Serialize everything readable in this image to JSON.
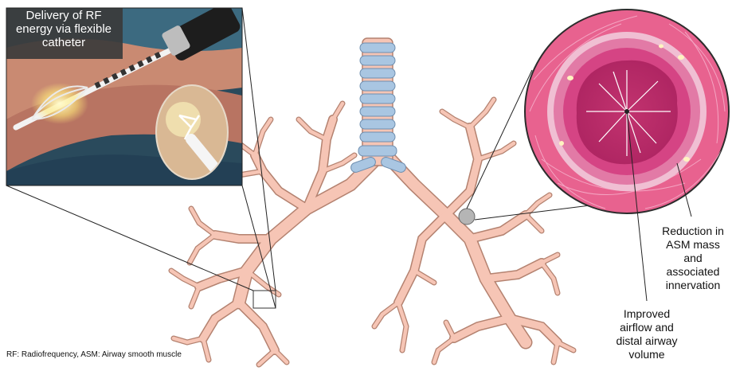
{
  "callouts": {
    "catheter": "Delivery of RF energy via flexible catheter",
    "asm": "Reduction in ASM mass and associated innervation",
    "airflow": "Improved airflow and distal airway volume"
  },
  "footnote": "RF: Radiofrequency, ASM:  Airway smooth muscle",
  "colors": {
    "airway": "#f6c5b5",
    "airway_outline": "#b48270",
    "cartilage": "#a9c6e2",
    "mucosa": "#e24f88",
    "lumen": "#c43570",
    "background_dark": "#2a4a5c"
  }
}
